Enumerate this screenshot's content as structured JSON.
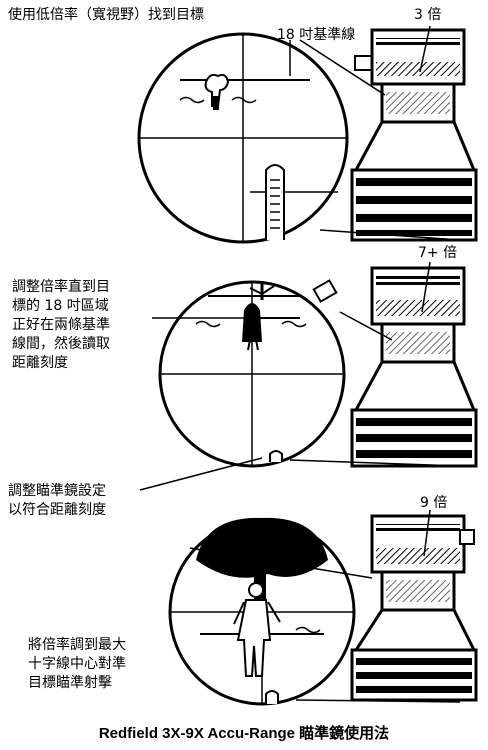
{
  "top_instruction": "使用低倍率（寬視野）找到目標",
  "panel1": {
    "power_label": "3 倍",
    "baseline_label": "18 吋基準線"
  },
  "panel2": {
    "power_label": "7+ 倍",
    "instruction_lines": [
      "調整倍率直到目",
      "標的 18 吋區域",
      "正好在兩條基準",
      "線間，然後讀取",
      "距離刻度"
    ],
    "setting_lines": [
      "調整瞄準鏡設定",
      "以符合距離刻度"
    ]
  },
  "panel3": {
    "power_label": "9 倍",
    "instruction_lines": [
      "將倍率調到最大",
      "十字線中心對準",
      "目標瞄準射擊"
    ]
  },
  "caption": "Redfield 3X-9X Accu-Range 瞄準鏡使用法"
}
